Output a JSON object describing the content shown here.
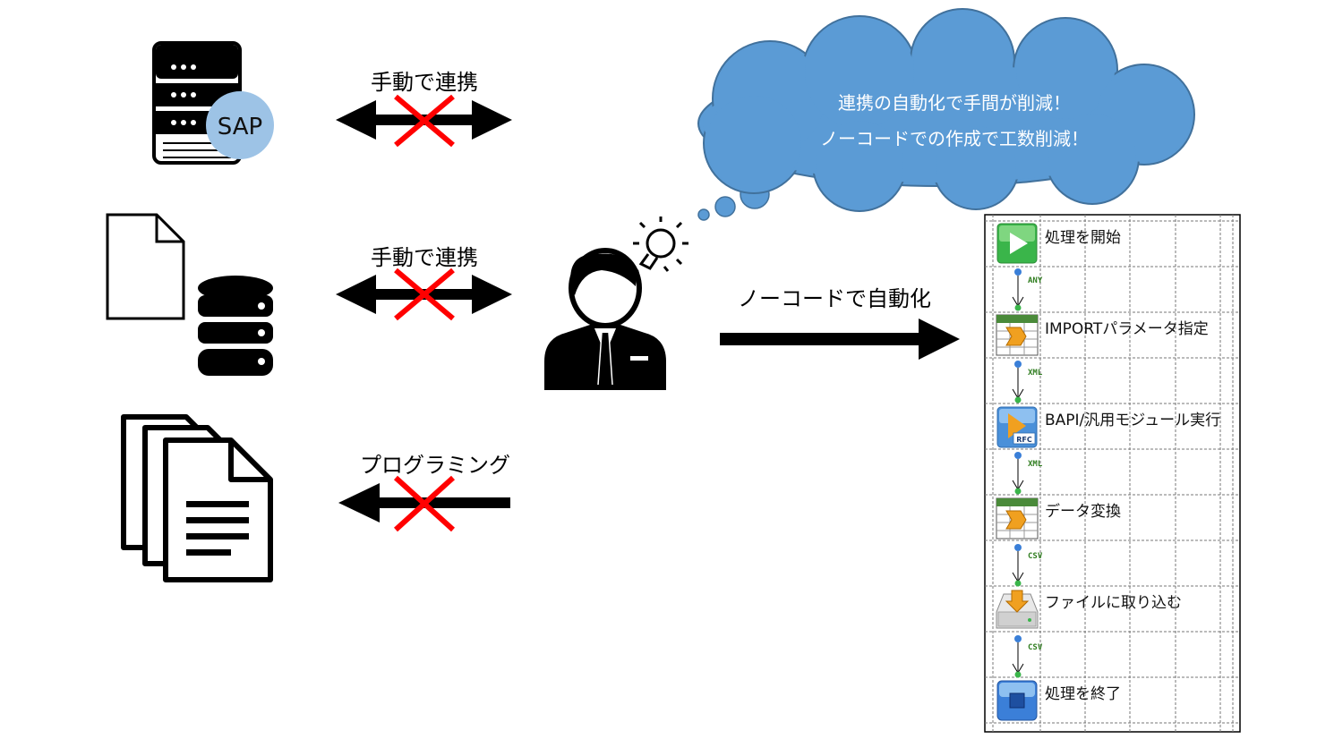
{
  "server": {
    "badge": "SAP"
  },
  "arrows": {
    "row1_label": "手動で連携",
    "row2_label": "手動で連携",
    "row3_label": "プログラミング",
    "nocode_label": "ノーコードで自動化"
  },
  "cloud": {
    "line1": "連携の自動化で手間が削減！",
    "line2": "ノーコードでの作成で工数削減！"
  },
  "flow": {
    "steps": [
      {
        "label": "処理を開始",
        "icon": "play-icon",
        "connector": "ANY"
      },
      {
        "label": "IMPORTパラメータ指定",
        "icon": "param-table-icon",
        "connector": "XML"
      },
      {
        "label": "BAPI/汎用モジュール実行",
        "icon": "rfc-icon",
        "connector": "XML"
      },
      {
        "label": "データ変換",
        "icon": "transform-icon",
        "connector": "CSV"
      },
      {
        "label": "ファイルに取り込む",
        "icon": "file-import-icon",
        "connector": "CSV"
      },
      {
        "label": "処理を終了",
        "icon": "stop-icon",
        "connector": ""
      }
    ]
  },
  "colors": {
    "cloud": "#5b9bd5",
    "cross": "#ff0000",
    "sap_badge": "#9dc3e6",
    "play": "#3ab54a",
    "stop": "#3b7fd8",
    "connector_dot": "#3a7fd8",
    "connector_tag": "#2f7d1f"
  }
}
